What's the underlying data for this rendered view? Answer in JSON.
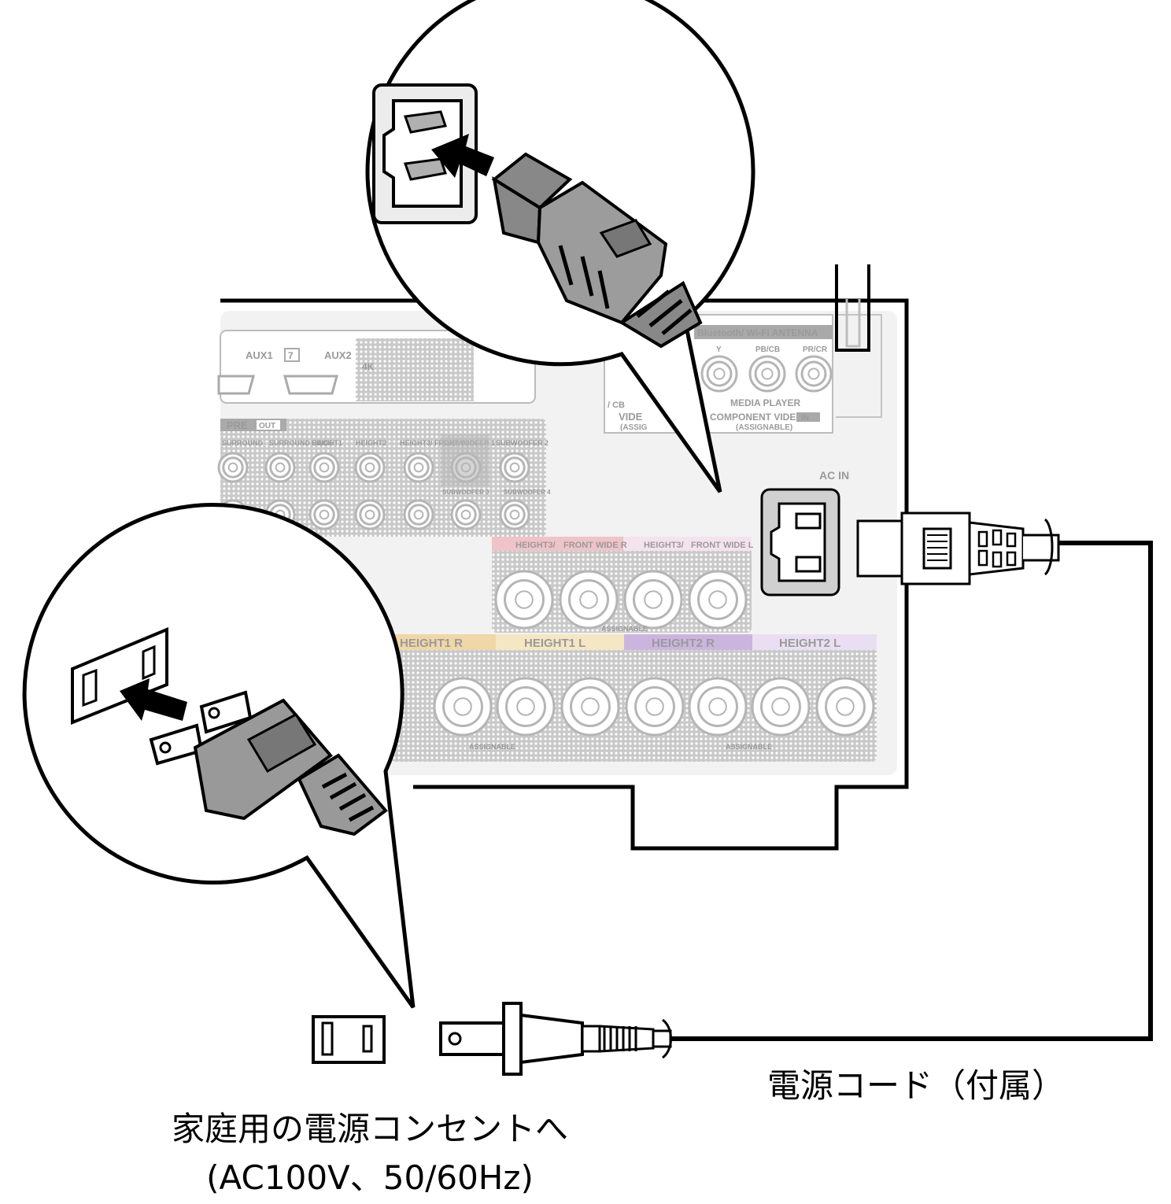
{
  "panel": {
    "ac_in": "AC IN",
    "antenna": "Bluetooth/ Wi-Fi ANTENNA",
    "hdmi": [
      "AUX1",
      "7",
      "AUX2",
      "4K"
    ],
    "component": {
      "jacks": [
        "Y",
        "PB/CB",
        "PR/CR"
      ],
      "media_player": "MEDIA PLAYER",
      "title": "COMPONENT VIDEO",
      "in_badge": "IN",
      "assignable": "(ASSIGNABLE)"
    },
    "video_partial": [
      "/ CB",
      "VIDE",
      "(ASSIG"
    ],
    "pre_out": {
      "pre": "PRE",
      "out": "OUT",
      "labels": [
        "SURROUND",
        "SURROUND BACK",
        "HEIGHT1",
        "HEIGHT2",
        "HEIGHT3/ FRONT WIDE",
        "SUBWOOFER 1",
        "SUBWOOFER 2"
      ],
      "labels_bottom": [
        "SUBWOOFER 3",
        "SUBWOOFER 4"
      ]
    },
    "speaker_upper": [
      "HEIGHT3/",
      "FRONT WIDE R",
      "HEIGHT3/",
      "FRONT WIDE L"
    ],
    "speaker_lower": [
      "HEIGHT1 R",
      "HEIGHT1 L",
      "HEIGHT2 R",
      "HEIGHT2 L"
    ],
    "assignable": "ASSIGNABLE"
  },
  "captions": {
    "power_cord": "電源コード（付属）",
    "outlet_line1": "家庭用の電源コンセントへ",
    "outlet_line2": "(AC100V、50/60Hz)"
  },
  "colors": {
    "height1": "#f0d7a8",
    "height2": "#cbb5de",
    "front_wide": "#efc3c8"
  }
}
